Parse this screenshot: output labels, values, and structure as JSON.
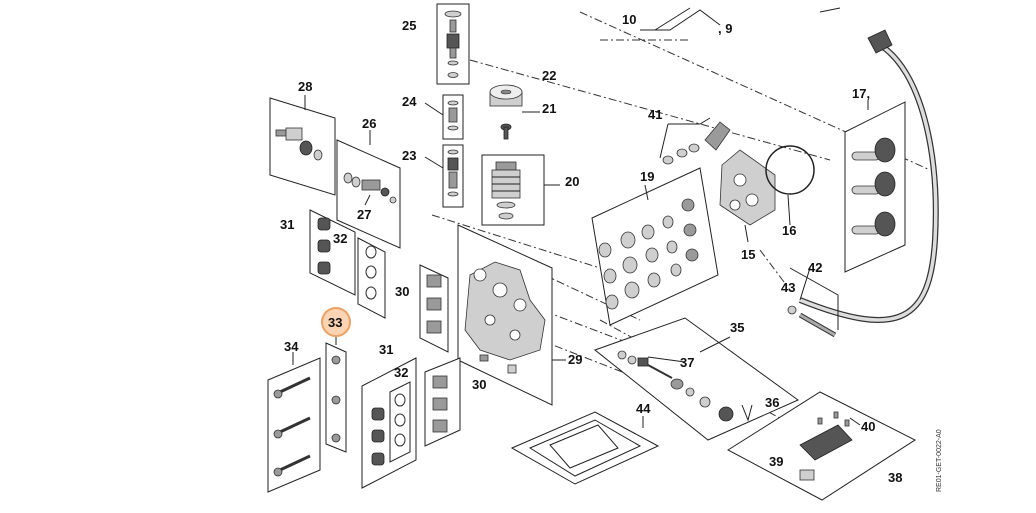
{
  "diagram": {
    "doc_code": "RE01-GET-0022-A0",
    "highlight_color": "#f0a060",
    "highlighted_part": "33",
    "labels": {
      "l10": "10",
      "l9": ", 9",
      "l25": "25",
      "l22": "22",
      "l28": "28",
      "l24": "24",
      "l21": "21",
      "l41": "41",
      "l17": "17,",
      "l26": "26",
      "l23": "23",
      "l20": "20",
      "l19": "19",
      "l27": "27",
      "l16": "16",
      "l31a": "31",
      "l32a": "32",
      "l15": "15",
      "l42": "42",
      "l43": "43",
      "l30a": "30",
      "l33": "33",
      "l35": "35",
      "l34": "34",
      "l31b": "31",
      "l29": "29",
      "l37": "37",
      "l32b": "32",
      "l30b": "30",
      "l36": "36",
      "l44": "44",
      "l40": "40",
      "l39": "39",
      "l38": "38"
    }
  }
}
